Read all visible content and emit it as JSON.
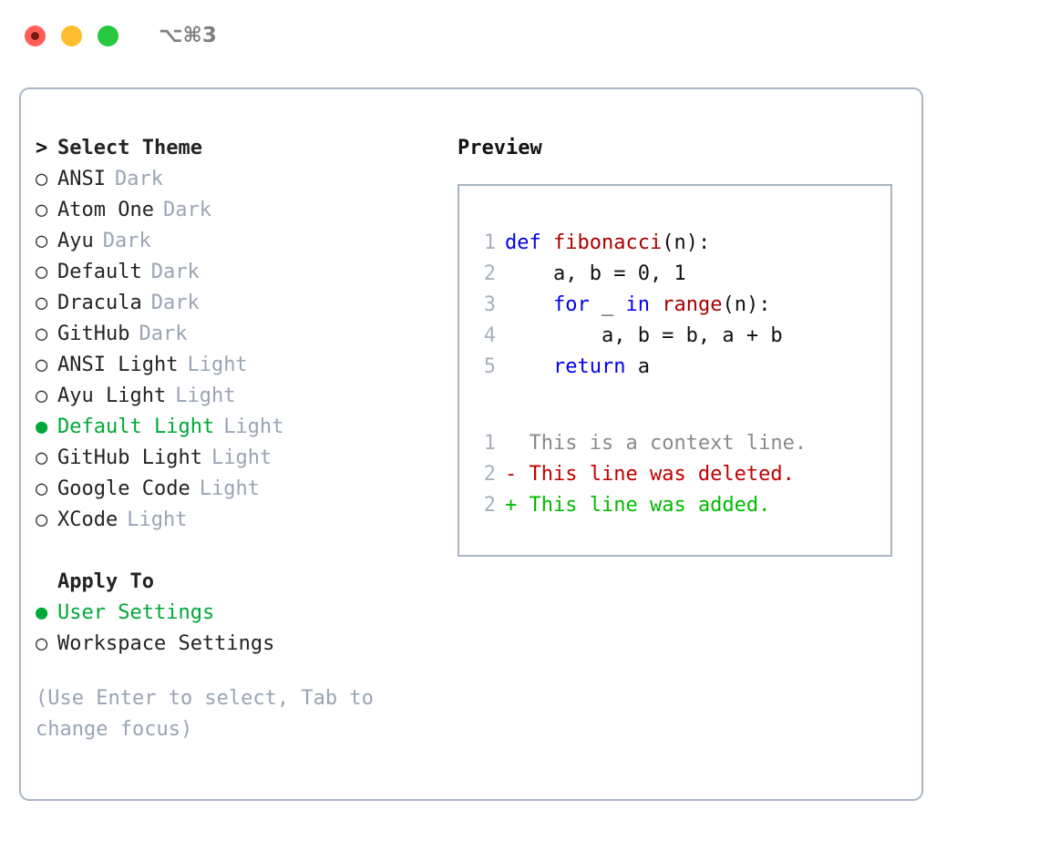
{
  "titlebar": {
    "shortcut": "⌥⌘3",
    "buttons": [
      {
        "name": "close",
        "color": "#ff5f57"
      },
      {
        "name": "minimize",
        "color": "#ffbd2e"
      },
      {
        "name": "maximize",
        "color": "#28c840"
      }
    ]
  },
  "theme_panel": {
    "header": {
      "marker": ">",
      "label": "Select Theme"
    },
    "items": [
      {
        "marker": "○",
        "label": "ANSI",
        "badge": "Dark",
        "selected": false
      },
      {
        "marker": "○",
        "label": "Atom One",
        "badge": "Dark",
        "selected": false
      },
      {
        "marker": "○",
        "label": "Ayu",
        "badge": "Dark",
        "selected": false
      },
      {
        "marker": "○",
        "label": "Default",
        "badge": "Dark",
        "selected": false
      },
      {
        "marker": "○",
        "label": "Dracula",
        "badge": "Dark",
        "selected": false
      },
      {
        "marker": "○",
        "label": "GitHub",
        "badge": "Dark",
        "selected": false
      },
      {
        "marker": "○",
        "label": "ANSI Light",
        "badge": "Light",
        "selected": false
      },
      {
        "marker": "○",
        "label": "Ayu Light",
        "badge": "Light",
        "selected": false
      },
      {
        "marker": "●",
        "label": "Default Light",
        "badge": "Light",
        "selected": true
      },
      {
        "marker": "○",
        "label": "GitHub Light",
        "badge": "Light",
        "selected": false
      },
      {
        "marker": "○",
        "label": "Google Code",
        "badge": "Light",
        "selected": false
      },
      {
        "marker": "○",
        "label": "XCode",
        "badge": "Light",
        "selected": false
      }
    ],
    "apply_to": {
      "header": "Apply To",
      "options": [
        {
          "marker": "●",
          "label": "User Settings",
          "selected": true
        },
        {
          "marker": "○",
          "label": "Workspace Settings",
          "selected": false
        }
      ]
    },
    "hint": "(Use Enter to select, Tab to change focus)"
  },
  "preview": {
    "title": "Preview",
    "code_lines": [
      {
        "no": "1",
        "tokens": [
          {
            "t": "def ",
            "c": "kw"
          },
          {
            "t": "fibonacci",
            "c": "fn"
          },
          {
            "t": "(n):",
            "c": "plain"
          }
        ]
      },
      {
        "no": "2",
        "tokens": [
          {
            "t": "    a, b = 0, 1",
            "c": "plain"
          }
        ]
      },
      {
        "no": "3",
        "tokens": [
          {
            "t": "    ",
            "c": "plain"
          },
          {
            "t": "for",
            "c": "kw"
          },
          {
            "t": " _ ",
            "c": "plain"
          },
          {
            "t": "in",
            "c": "kw"
          },
          {
            "t": " ",
            "c": "plain"
          },
          {
            "t": "range",
            "c": "fn"
          },
          {
            "t": "(n):",
            "c": "plain"
          }
        ]
      },
      {
        "no": "4",
        "tokens": [
          {
            "t": "        a, b = b, a + b",
            "c": "plain"
          }
        ]
      },
      {
        "no": "5",
        "tokens": [
          {
            "t": "    ",
            "c": "plain"
          },
          {
            "t": "return",
            "c": "kw"
          },
          {
            "t": " a",
            "c": "plain"
          }
        ]
      }
    ],
    "diff_lines": [
      {
        "no": "1",
        "sign": "  ",
        "text": "This is a context line.",
        "kind": "ctx"
      },
      {
        "no": "2",
        "sign": "- ",
        "text": "This line was deleted.",
        "kind": "del"
      },
      {
        "no": "2",
        "sign": "+ ",
        "text": "This line was added.",
        "kind": "add"
      }
    ]
  },
  "colors": {
    "accent_green": "#00a838",
    "muted_gray": "#9aa4b4",
    "border": "#aab4c2",
    "keyword_blue": "#0000ee",
    "function_red": "#aa0000",
    "diff_delete": "#c00000",
    "diff_add": "#00bb00"
  }
}
